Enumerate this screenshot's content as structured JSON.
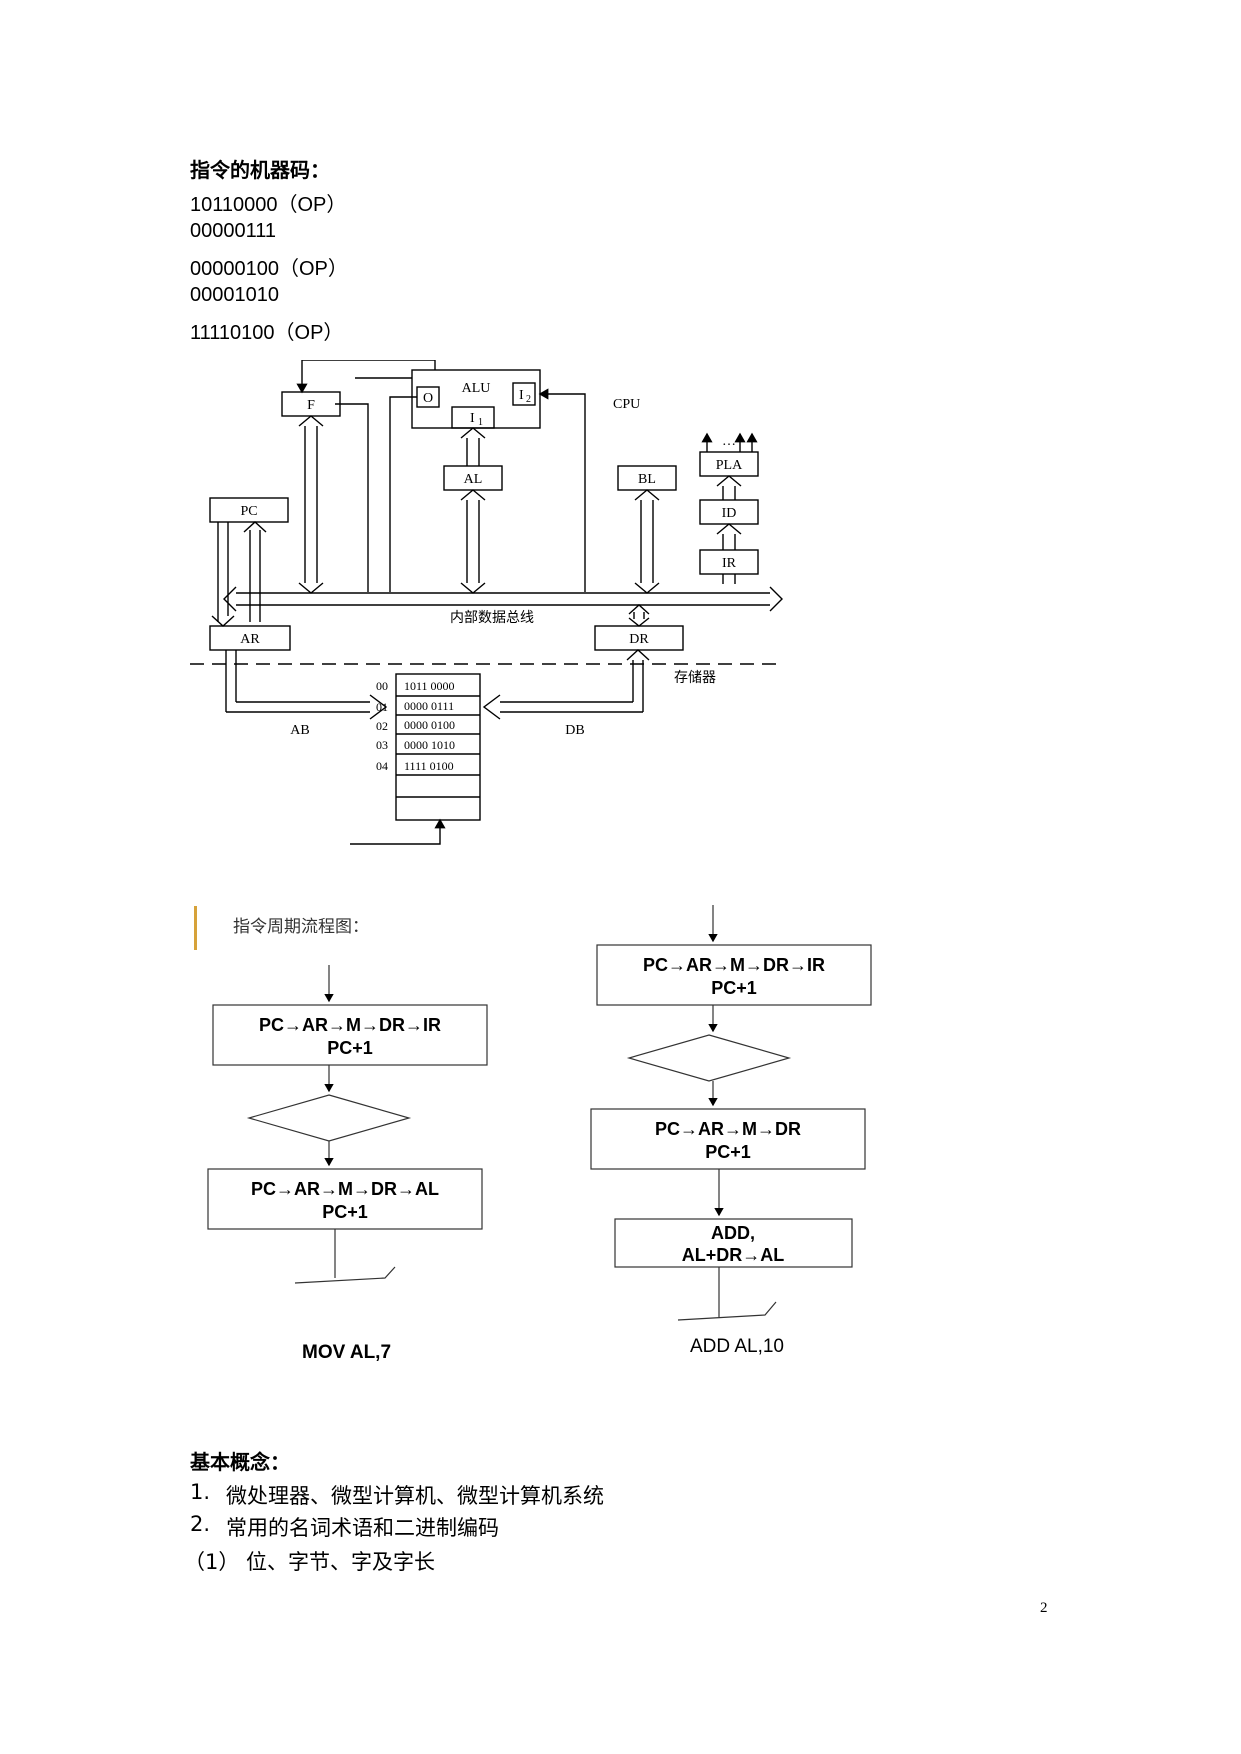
{
  "section1": {
    "heading": "指令的机器码：",
    "codes": [
      "10110000（OP）",
      "00000111",
      "00000100（OP）",
      "00001010",
      "11110100（OP）"
    ]
  },
  "cpu_diagram": {
    "f": "F",
    "o": "O",
    "alu": "ALU",
    "i1": "I",
    "i1_sub": "1",
    "i2": "I",
    "i2_sub": "2",
    "al": "AL",
    "bl": "BL",
    "cpu": "CPU",
    "ellipsis": "…",
    "pla": "PLA",
    "id": "ID",
    "ir": "IR",
    "pc": "PC",
    "bus": "内部数据总线",
    "ar": "AR",
    "dr": "DR",
    "memory": "存储器",
    "ab": "AB",
    "db": "DB",
    "mem_rows": [
      {
        "addr": "00",
        "value": "1011  0000"
      },
      {
        "addr": "01",
        "value": "0000  0111"
      },
      {
        "addr": "02",
        "value": "0000  0100"
      },
      {
        "addr": "03",
        "value": "0000  1010"
      },
      {
        "addr": "04",
        "value": "1111  0100"
      }
    ]
  },
  "flow": {
    "title": "指令周期流程图：",
    "left": {
      "box1_line1": "PC→AR→M→DR→IR",
      "box1_line2": "PC+1",
      "box2_line1": "PC→AR→M→DR→AL",
      "box2_line2": "PC+1",
      "caption": "MOV AL,7"
    },
    "right": {
      "box1_line1": "PC→AR→M→DR→IR",
      "box1_line2": "PC+1",
      "box2_line1": "PC→AR→M→DR",
      "box2_line2": "PC+1",
      "box3_line1": "ADD,",
      "box3_line2": "AL+DR→AL",
      "caption": "ADD AL,10"
    }
  },
  "section2": {
    "heading": "基本概念：",
    "item1_num": "1.",
    "item1": "微处理器、微型计算机、微型计算机系统",
    "item2_num": "2.",
    "item2": "常用的名词术语和二进制编码",
    "sub1": "（1）  位、字节、字及字长"
  },
  "page_number": "2"
}
